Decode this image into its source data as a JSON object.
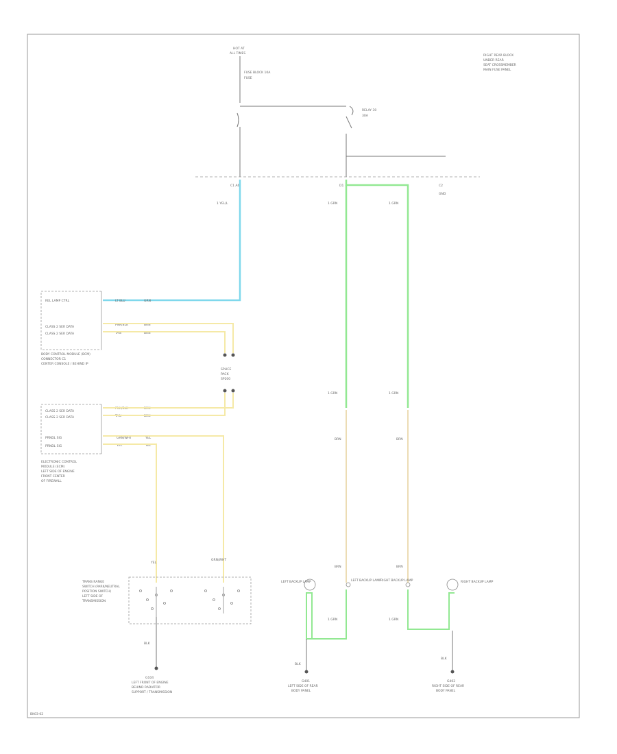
{
  "fuse": {
    "label1": "HOT AT",
    "label2": "ALL TIMES",
    "fuse_label1": "FUSE BLOCK 10A",
    "fuse_label2": "FUSE"
  },
  "relay": {
    "label1": "RELAY 30",
    "label2": "30A"
  },
  "note": {
    "line1": "RIGHT REAR BLOCK",
    "line2": "UNDER REAR",
    "line3": "SEAT CROSSMEMBER",
    "line4": "MAIN FUSE PANEL"
  },
  "bus": {
    "pin_a": "C1 A6",
    "pin_b": "D1",
    "pin_c": "C2",
    "pin_c_label": "GND"
  },
  "wires": {
    "top_a": "1 YEL/L",
    "top_b": "1 GRN",
    "top_c": "1 GRN",
    "mid_a": "1 GRN",
    "mid_b": "1 GRN",
    "color_b": "BRN",
    "color_c": "BRN",
    "bot_b": "BRN",
    "bot_c": "BRN",
    "lower_b": "1 GRN",
    "lower_c": "1 GRN"
  },
  "module1": {
    "row1": "REL LAMP CTRL",
    "row1_wire": "LT BLU",
    "row1_color": "GRN",
    "row2": "CLASS 2 SER DATA",
    "row2_wire": "PNK/BLK",
    "row2_color": "BRN",
    "row3": "CLASS 2 SER DATA",
    "row3_wire": "TAN",
    "row3_color": "BRN",
    "name1": "BODY CONTROL MODULE (BCM)",
    "name2": "CONNECTOR C1",
    "name3": "CENTER CONSOLE / BEHIND IP"
  },
  "splice": {
    "line1": "SPLICE",
    "line2": "PACK",
    "line3": "SP200"
  },
  "module2": {
    "row1": "CLASS 2 SER DATA",
    "row1_wire": "PNK/BLK",
    "row1_color": "BRN",
    "row2": "CLASS 2 SER DATA",
    "row2_wire": "TAN",
    "row2_color": "BRN",
    "row3": "PRNDL SIG",
    "row3_wire": "GRN/WHT",
    "row3_color": "YEL",
    "row4": "PRNDL SIG",
    "row4_wire": "YEL",
    "row4_color": "YEL",
    "name1": "ELECTRONIC CONTROL",
    "name2": "MODULE (ECM)",
    "name3": "LEFT SIDE OF ENGINE",
    "name4": "FRONT CENTER",
    "name5": "OF FIREWALL"
  },
  "switch": {
    "wire_a": "YEL",
    "wire_b": "GRN/WHT",
    "name1": "TRANS RANGE",
    "name2": "SWITCH (PARK/NEUTRAL",
    "name3": "POSITION SWITCH)",
    "name4": "LEFT SIDE OF",
    "name5": "TRANSMISSION",
    "ground_wire": "BLK",
    "ground_name1": "G104",
    "ground_name2": "LEFT FRONT OF ENGINE",
    "ground_name3": "BEHIND RADIATOR",
    "ground_name4": "SUPPORT / TRANSMISSION"
  },
  "lamps": {
    "left_outer": "LEFT BACKUP LAMP",
    "left_inner": "LEFT BACKUP LAMP",
    "right_inner": "RIGHT BACKUP LAMP",
    "right_outer": "RIGHT BACKUP LAMP",
    "ground_wire_l": "BLK",
    "ground_wire_r": "BLK",
    "ground_l1": "G401",
    "ground_l2": "LEFT SIDE OF REAR",
    "ground_l3": "BODY PANEL",
    "ground_r1": "G402",
    "ground_r2": "RIGHT SIDE OF REAR",
    "ground_r3": "BODY PANEL"
  },
  "footer": {
    "code": "BK03-02"
  },
  "colors": {
    "cyan": "#7fd8ec",
    "green": "#92e892",
    "yellow": "#f5e9a6",
    "tan": "#ecdcb4",
    "line": "#777777"
  }
}
